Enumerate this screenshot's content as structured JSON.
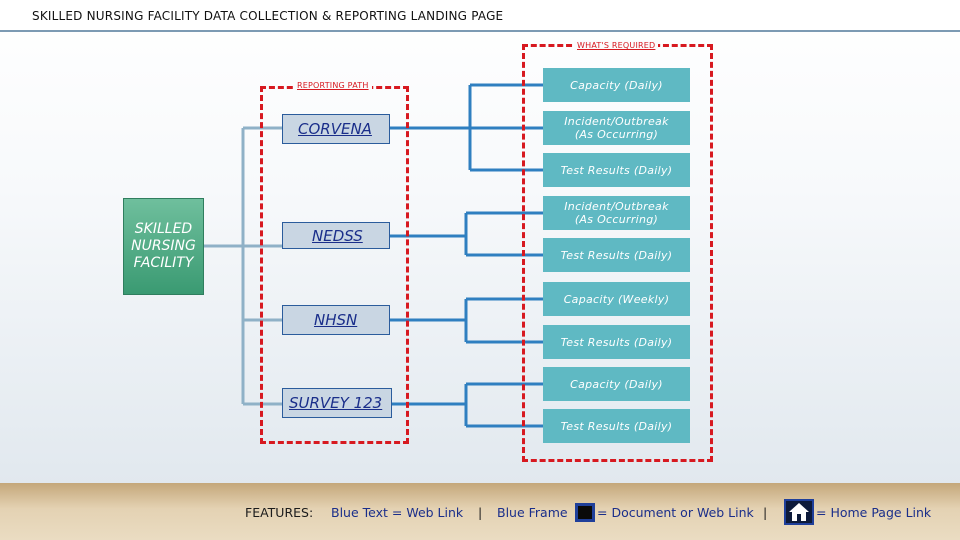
{
  "header": {
    "title": "SKILLED NURSING FACILITY DATA COLLECTION & REPORTING LANDING PAGE"
  },
  "frames": {
    "what_required": "WHAT'S REQUIRED",
    "reporting_path": "REPORTING PATH"
  },
  "root": {
    "label": "SKILLED NURSING FACILITY"
  },
  "paths": [
    {
      "label": "CORVENA"
    },
    {
      "label": "NEDSS"
    },
    {
      "label": "NHSN"
    },
    {
      "label": "SURVEY 123"
    }
  ],
  "requirements": [
    {
      "label": "Capacity (Daily)"
    },
    {
      "label": "Incident/Outbreak (As Occurring)"
    },
    {
      "label": "Test Results (Daily)"
    },
    {
      "label": "Incident/Outbreak (As Occurring)"
    },
    {
      "label": "Test Results (Daily)"
    },
    {
      "label": "Capacity (Weekly)"
    },
    {
      "label": "Test Results (Daily)"
    },
    {
      "label": "Capacity (Daily)"
    },
    {
      "label": "Test Results (Daily)"
    }
  ],
  "footer": {
    "features": "FEATURES:",
    "blue_text": "Blue Text = Web Link",
    "sep1": "|",
    "blue_frame": "Blue Frame",
    "doc_link": "= Document or Web Link",
    "sep2": "|",
    "home_link": "= Home Page Link"
  },
  "colors": {
    "frame_red": "#d71920",
    "root_green": "#3a9a72",
    "path_fill": "#c9d6e3",
    "path_text": "#1a2e8a",
    "req_teal": "#5fb9c3",
    "line_gray": "#8fb1c7",
    "line_blue": "#2f7fc0"
  }
}
